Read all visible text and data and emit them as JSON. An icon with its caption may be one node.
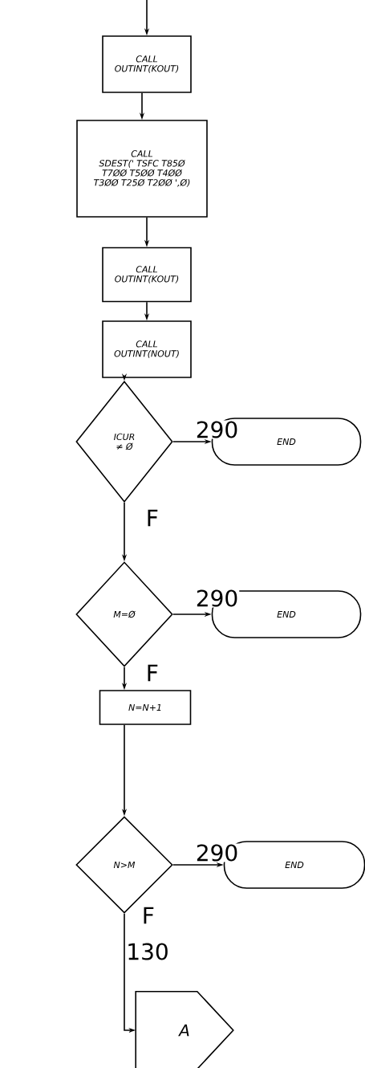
{
  "diagram": {
    "nodes": [
      {
        "text": [
          "CALL",
          "OUTINT(KOUT)"
        ]
      },
      {
        "text": [
          "CALL",
          "SDEST(' TSFC T85Ø T7ØØ T5ØØ T4ØØ T3ØØ T25Ø T2ØØ ',Ø)"
        ]
      },
      {
        "text": [
          "CALL",
          "OUTINT(KOUT)"
        ]
      },
      {
        "text": [
          "CALL",
          "OUTINT(NOUT)"
        ]
      },
      {
        "text": [
          "ICUR ≠ Ø"
        ]
      },
      {
        "text": [
          "END"
        ]
      },
      {
        "text": [
          "M=Ø"
        ]
      },
      {
        "text": [
          "END"
        ]
      },
      {
        "text": [
          "N=N+1"
        ]
      },
      {
        "text": [
          "N>M"
        ]
      },
      {
        "text": [
          "END"
        ]
      },
      {
        "text": [
          "A"
        ]
      }
    ],
    "edges": [
      {
        "from": null,
        "to": 0,
        "arrow": "to"
      },
      {
        "from": 0,
        "to": 1,
        "arrow": "to"
      },
      {
        "from": 1,
        "to": 2,
        "arrow": "to"
      },
      {
        "from": 2,
        "to": 3,
        "arrow": "to"
      },
      {
        "from": 3,
        "to": 4,
        "arrow": "to"
      },
      {
        "from": 4,
        "to": 5,
        "arrow": "to",
        "label": "290"
      },
      {
        "from": 4,
        "to": 6,
        "arrow": "to",
        "label": "F"
      },
      {
        "from": 6,
        "to": 7,
        "arrow": "to",
        "label": "290"
      },
      {
        "from": 6,
        "to": 8,
        "arrow": "to",
        "label": "F"
      },
      {
        "from": 8,
        "to": 9,
        "arrow": "to"
      },
      {
        "from": 9,
        "to": 10,
        "arrow": "to",
        "label": "290"
      },
      {
        "from": 9,
        "to": 11,
        "arrow": "to",
        "label": "F"
      }
    ],
    "labels": [
      "130"
    ]
  }
}
